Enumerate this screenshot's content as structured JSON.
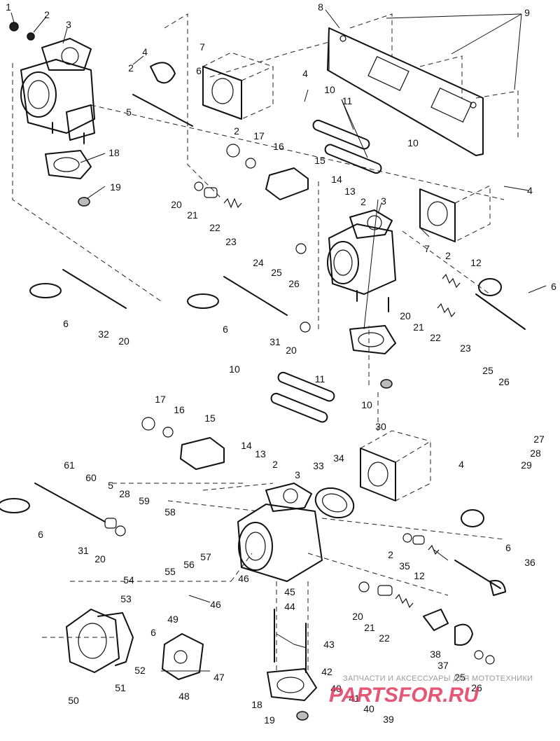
{
  "diagram": {
    "type": "exploded-parts-view",
    "subject": "carburetor assembly",
    "callouts": [
      "1",
      "2",
      "3",
      "4",
      "5",
      "6",
      "7",
      "8",
      "9",
      "10",
      "11",
      "12",
      "13",
      "14",
      "15",
      "16",
      "17",
      "18",
      "19",
      "20",
      "21",
      "22",
      "23",
      "24",
      "25",
      "26",
      "27",
      "28",
      "29",
      "30",
      "31",
      "32",
      "33",
      "34",
      "35",
      "36",
      "37",
      "38",
      "39",
      "40",
      "41",
      "42",
      "43",
      "44",
      "45",
      "46",
      "47",
      "48",
      "49",
      "50",
      "51",
      "52",
      "53",
      "54",
      "55",
      "56",
      "57",
      "58",
      "59",
      "60",
      "61"
    ]
  },
  "watermark": {
    "caption": "ЗАПЧАСТИ И АКСЕССУАРЫ ДЛЯ МОТОТЕХНИКИ",
    "logo": "PARTSFOR.RU",
    "logo_color": "#e13a5e"
  }
}
